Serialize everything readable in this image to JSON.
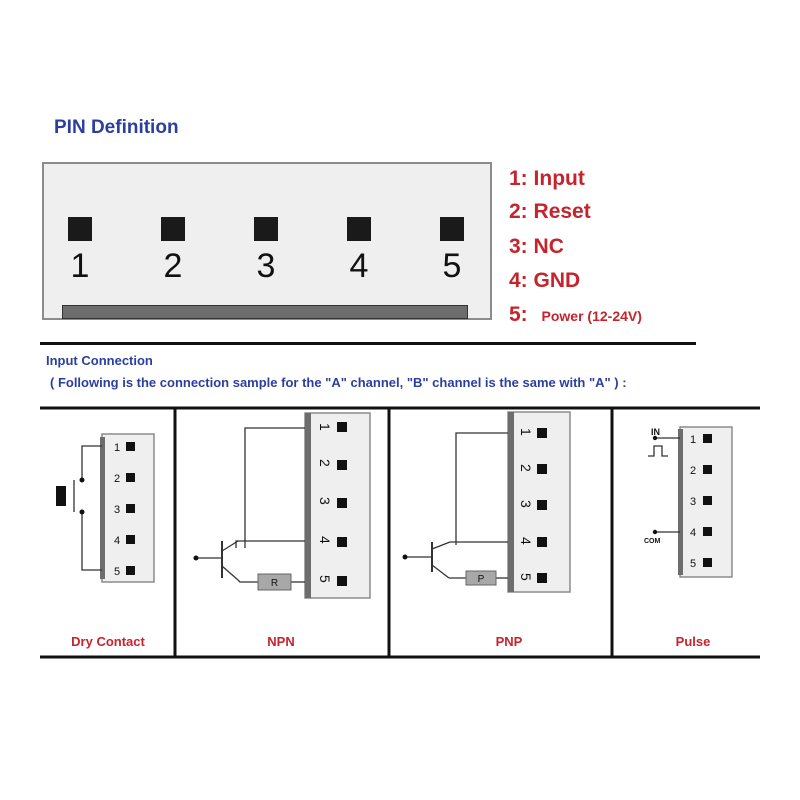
{
  "pin_definition": {
    "title": "PIN Definition",
    "pins": [
      "1",
      "2",
      "3",
      "4",
      "5"
    ],
    "definitions": [
      {
        "num": "1:",
        "label": "Input"
      },
      {
        "num": "2:",
        "label": "Reset"
      },
      {
        "num": "3:",
        "label": "NC"
      },
      {
        "num": "4:",
        "label": "GND"
      },
      {
        "num": "5:",
        "label": "Power (12-24V)"
      }
    ]
  },
  "input_connection": {
    "title": "Input Connection",
    "subtitle": "( Following is the connection sample for the \"A\" channel, \"B\" channel is the same with \"A\" ) :",
    "panels": [
      {
        "caption": "Dry Contact",
        "pins": [
          "1",
          "2",
          "3",
          "4",
          "5"
        ]
      },
      {
        "caption": "NPN",
        "pins": [
          "1",
          "2",
          "3",
          "4",
          "5"
        ],
        "component": "R"
      },
      {
        "caption": "PNP",
        "pins": [
          "1",
          "2",
          "3",
          "4",
          "5"
        ],
        "component": "P"
      },
      {
        "caption": "Pulse",
        "pins": [
          "1",
          "2",
          "3",
          "4",
          "5"
        ],
        "in_label": "IN",
        "com_label": "COM"
      }
    ]
  },
  "colors": {
    "title_blue": "#2c3f9e",
    "definition_red": "#c4242c"
  }
}
